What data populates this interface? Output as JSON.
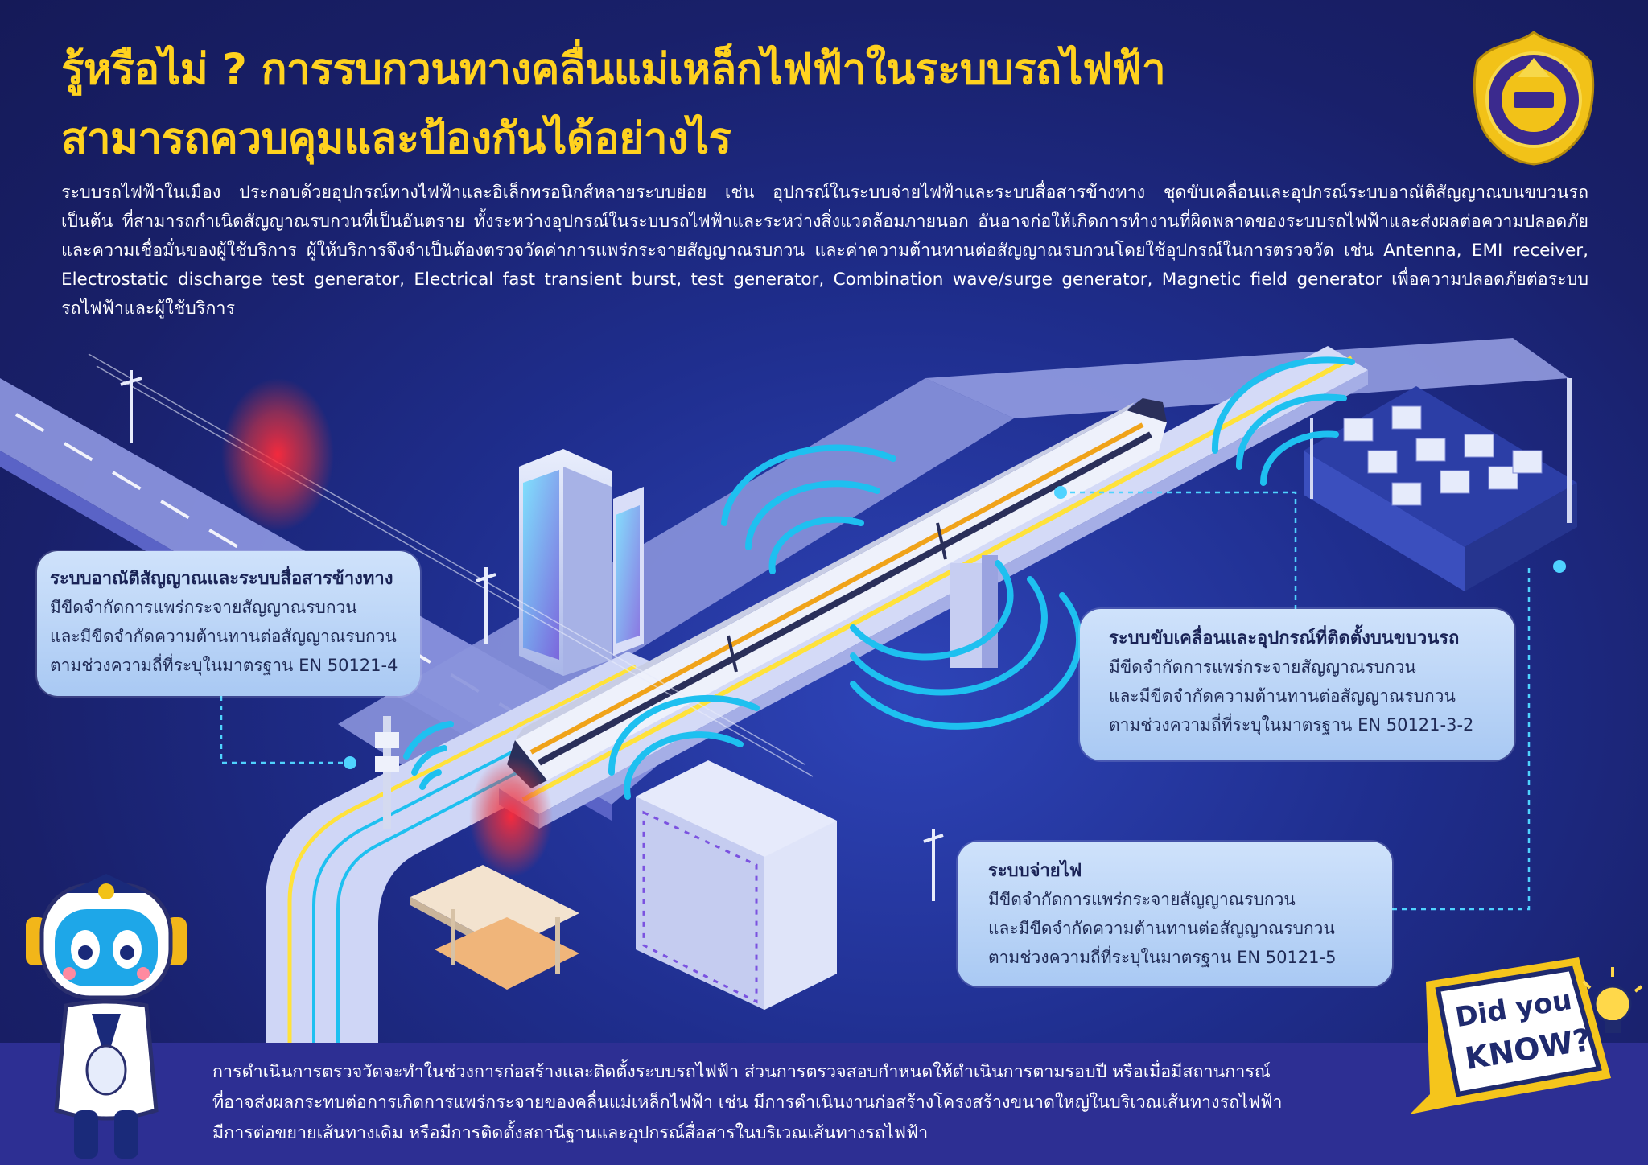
{
  "title": {
    "line1": "รู้หรือไม่ ? การรบกวนทางคลื่นแม่เหล็กไฟฟ้าในระบบรถไฟฟ้า",
    "line2": "สามารถควบคุมและป้องกันได้อย่างไร"
  },
  "intro": "ระบบรถไฟฟ้าในเมือง ประกอบด้วยอุปกรณ์ทางไฟฟ้าและอิเล็กทรอนิกส์หลายระบบย่อย เช่น อุปกรณ์ในระบบจ่ายไฟฟ้าและระบบสื่อสารข้างทาง ชุดขับเคลื่อนและอุปกรณ์ระบบอาณัติสัญญาณบนขบวนรถ เป็นต้น ที่สามารถกำเนิดสัญญาณรบกวนที่เป็นอันตราย ทั้งระหว่างอุปกรณ์ในระบบรถไฟฟ้าและระหว่างสิ่งแวดล้อมภายนอก อันอาจก่อให้เกิดการทำงานที่ผิดพลาดของระบบรถไฟฟ้าและส่งผลต่อความปลอดภัยและความเชื่อมั่นของผู้ใช้บริการ ผู้ให้บริการจึงจำเป็นต้องตรวจวัดค่าการแพร่กระจายสัญญาณรบกวน และค่าความต้านทานต่อสัญญาณรบกวนโดยใช้อุปกรณ์ในการตรวจวัด เช่น Antenna, EMI receiver, Electrostatic discharge test generator, Electrical fast transient burst, test generator, Combination wave/surge generator, Magnetic field generator เพื่อความปลอดภัยต่อระบบรถไฟฟ้าและผู้ใช้บริการ",
  "callouts": {
    "signaling": {
      "heading": "ระบบอาณัติสัญญาณและระบบสื่อสารข้างทาง",
      "lines": [
        "มีขีดจำกัดการแพร่กระจายสัญญาณรบกวน",
        "และมีขีดจำกัดความต้านทานต่อสัญญาณรบกวน",
        "ตามช่วงความถี่ที่ระบุในมาตรฐาน EN 50121-4"
      ]
    },
    "rolling_stock": {
      "heading": "ระบบขับเคลื่อนและอุปกรณ์ที่ติดตั้งบนขบวนรถ",
      "lines": [
        "มีขีดจำกัดการแพร่กระจายสัญญาณรบกวน",
        "และมีขีดจำกัดความต้านทานต่อสัญญาณรบกวน",
        "ตามช่วงความถี่ที่ระบุในมาตรฐาน EN 50121-3-2"
      ]
    },
    "power_supply": {
      "heading": "ระบบจ่ายไฟ",
      "lines": [
        "มีขีดจำกัดการแพร่กระจายสัญญาณรบกวน",
        "และมีขีดจำกัดความต้านทานต่อสัญญาณรบกวน",
        "ตามช่วงความถี่ที่ระบุในมาตรฐาน EN 50121-5"
      ]
    }
  },
  "footer": {
    "lines": [
      "การดำเนินการตรวจวัดจะทำในช่วงการก่อสร้างและติดตั้งระบบรถไฟฟ้า ส่วนการตรวจสอบกำหนดให้ดำเนินการตามรอบปี หรือเมื่อมีสถานการณ์",
      "ที่อาจส่งผลกระทบต่อการเกิดการแพร่กระจายของคลื่นแม่เหล็กไฟฟ้า เช่น มีการดำเนินงานก่อสร้างโครงสร้างขนาดใหญ่ในบริเวณเส้นทางรถไฟฟ้า",
      "มีการต่อขยายเส้นทางเดิม หรือมีการติดตั้งสถานีฐานและอุปกรณ์สื่อสารในบริเวณเส้นทางรถไฟฟ้า"
    ]
  },
  "badge": {
    "line1": "Did you",
    "line2": "KNOW?"
  },
  "colors": {
    "title": "#ffd21f",
    "callout_bg": "#b9d4f6",
    "wave": "#1ec0f0",
    "hotspot": "#e8343c",
    "rail_yellow": "#ffe23a",
    "background": "#1b1f6b"
  }
}
